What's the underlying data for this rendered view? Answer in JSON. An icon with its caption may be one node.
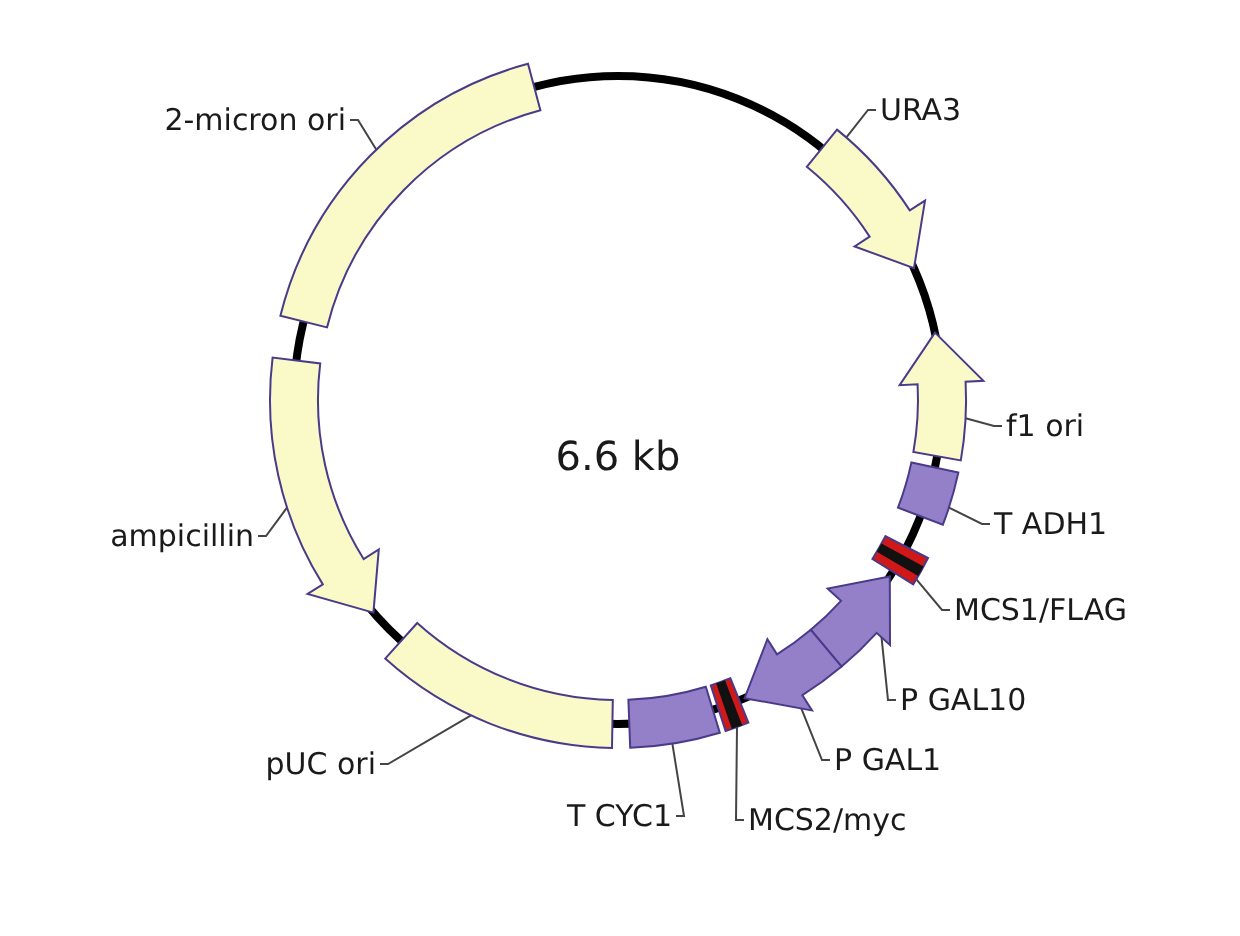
{
  "diagram": {
    "nodes": [
      {
        "text": [
          "2-micron ori"
        ]
      },
      {
        "text": [
          "URA3"
        ]
      },
      {
        "text": [
          "f1 ori"
        ]
      },
      {
        "text": [
          "ampicillin"
        ]
      },
      {
        "text": [
          "T ADH1"
        ]
      },
      {
        "text": [
          "MCS1/FLAG"
        ]
      },
      {
        "text": [
          "P GAL10"
        ]
      },
      {
        "text": [
          "pUC ori"
        ]
      },
      {
        "text": [
          "P GAL1"
        ]
      },
      {
        "text": [
          "T CYC1"
        ]
      },
      {
        "text": [
          "MCS2/myc"
        ]
      },
      {
        "text": [],
        "shape": "box"
      },
      {
        "text": [],
        "shape": "arrow"
      },
      {
        "text": [],
        "shape": "arrow"
      },
      {
        "text": [],
        "shape": "arrow"
      },
      {
        "text": [],
        "shape": "box"
      },
      {
        "text": [],
        "shape": "bar"
      },
      {
        "text": [],
        "shape": "arrow"
      },
      {
        "text": [],
        "shape": "box"
      },
      {
        "text": [],
        "shape": "arrow"
      },
      {
        "text": [],
        "shape": "box"
      },
      {
        "text": [],
        "shape": "bar"
      }
    ],
    "edges": [
      {
        "from": 0,
        "to": 11,
        "arrow": "none"
      },
      {
        "from": 1,
        "to": 12,
        "arrow": "none"
      },
      {
        "from": 2,
        "to": 13,
        "arrow": "none"
      },
      {
        "from": 3,
        "to": 14,
        "arrow": "none"
      },
      {
        "from": 4,
        "to": 15,
        "arrow": "none"
      },
      {
        "from": 5,
        "to": 16,
        "arrow": "none"
      },
      {
        "from": 6,
        "to": 17,
        "arrow": "none"
      },
      {
        "from": 7,
        "to": 18,
        "arrow": "none"
      },
      {
        "from": 8,
        "to": 19,
        "arrow": "none"
      },
      {
        "from": 9,
        "to": 20,
        "arrow": "none"
      },
      {
        "from": 10,
        "to": 21,
        "arrow": "none"
      }
    ],
    "labels": [
      "6.6 kb"
    ]
  }
}
